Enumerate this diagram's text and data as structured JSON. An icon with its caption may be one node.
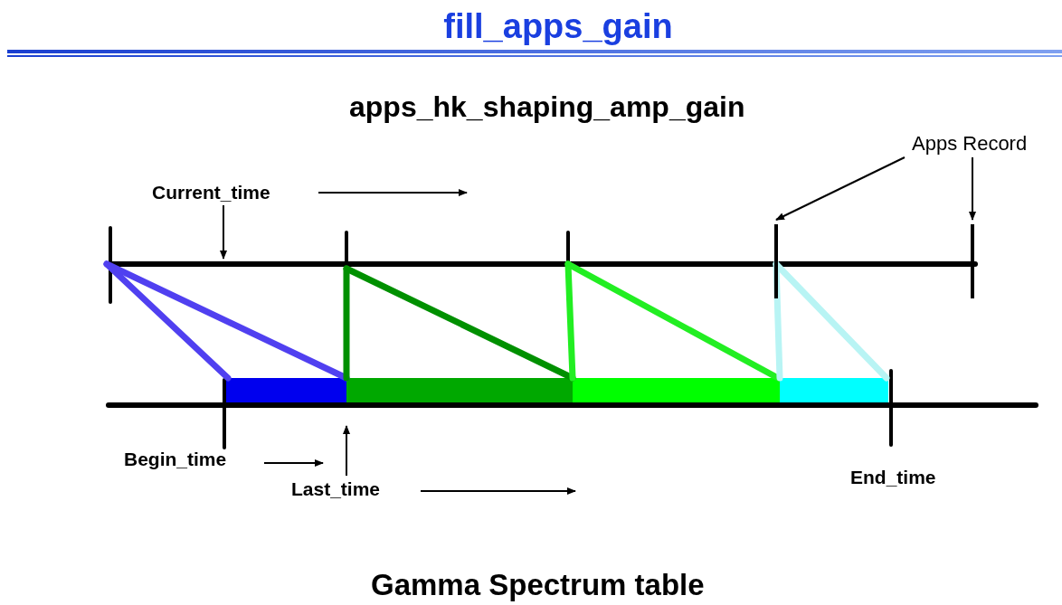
{
  "diagram": {
    "title": "fill_apps_gain",
    "nodes": [
      {
        "text": [
          "Apps Record"
        ]
      },
      {
        "text": [],
        "shape": "bar"
      },
      {
        "text": [],
        "shape": "bar"
      },
      {
        "text": [
          "Current_time"
        ]
      },
      {
        "text": [
          "Last_time"
        ]
      }
    ],
    "edges": [
      {
        "from": 0,
        "to": 1,
        "arrow": "to"
      },
      {
        "from": 0,
        "to": 2,
        "arrow": "to"
      },
      {
        "from": 3,
        "to": null,
        "arrow": "to"
      },
      {
        "from": 4,
        "to": null,
        "arrow": "to"
      }
    ],
    "labels": [
      "apps_hk_shaping_amp_gain",
      "Begin_time",
      "End_time",
      "Gamma Spectrum table"
    ]
  }
}
